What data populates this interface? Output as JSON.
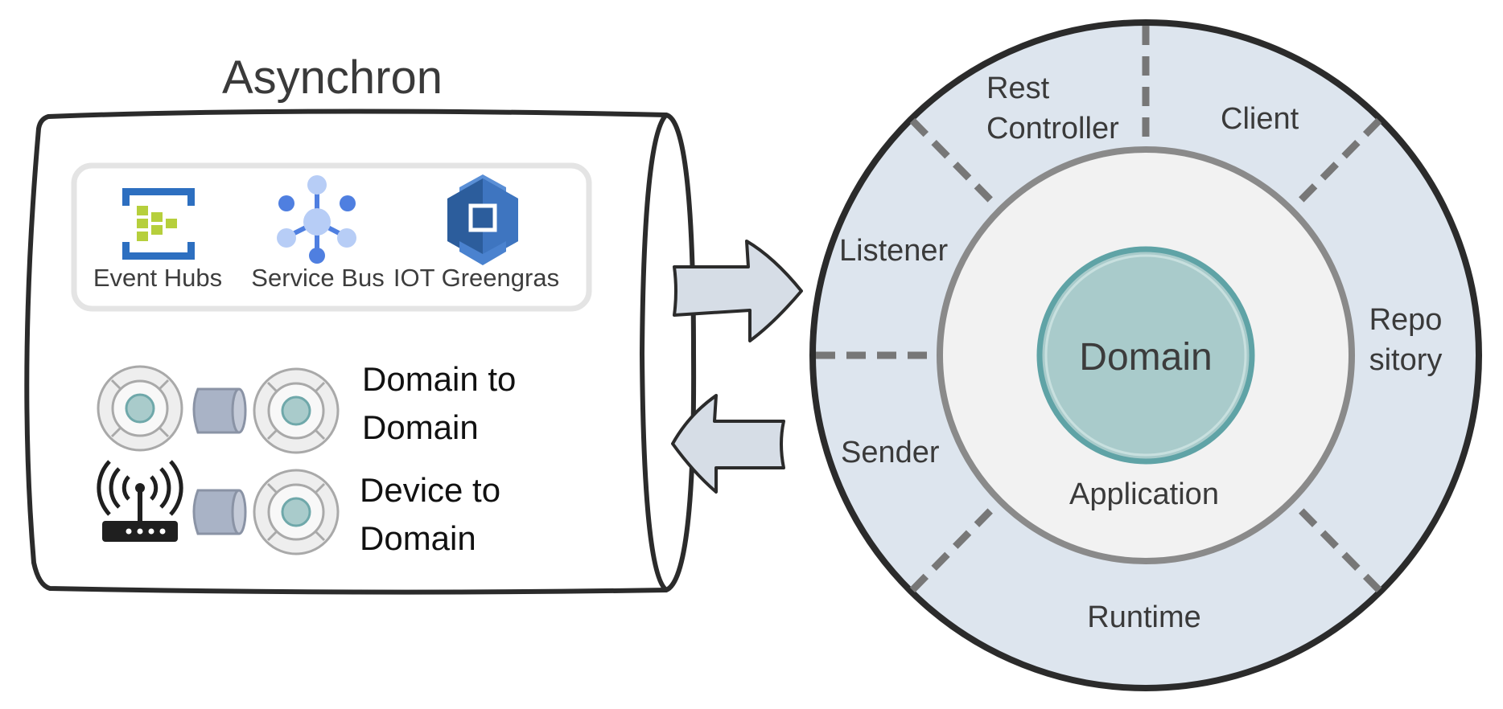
{
  "left": {
    "title": "Asynchron",
    "services": {
      "event_hubs": "Event Hubs",
      "service_bus": "Service Bus",
      "iot_greengrass": "IOT Greengras"
    },
    "patterns": {
      "domain_to_domain": [
        "Domain to",
        "Domain"
      ],
      "device_to_domain": [
        "Device to",
        "Domain"
      ]
    }
  },
  "ring": {
    "center": "Domain",
    "middle": "Application",
    "segments": {
      "rest_controller": [
        "Rest",
        "Controller"
      ],
      "client": "Client",
      "repository": [
        "Repo",
        "sitory"
      ],
      "runtime": "Runtime",
      "sender": "Sender",
      "listener": "Listener"
    }
  },
  "colors": {
    "outline": "#2b2b2b",
    "outer_ring": "#dde5ee",
    "app_ring": "#f2f2f2",
    "domain_fill": "#a9cbcb",
    "domain_stroke": "#5fa3a6",
    "divider": "#777777",
    "arrow_fill": "#d6dde6",
    "azure_blue": "#2d6fc0",
    "azure_green": "#b6cf3c",
    "aws_blue": "#2c5d9c"
  }
}
